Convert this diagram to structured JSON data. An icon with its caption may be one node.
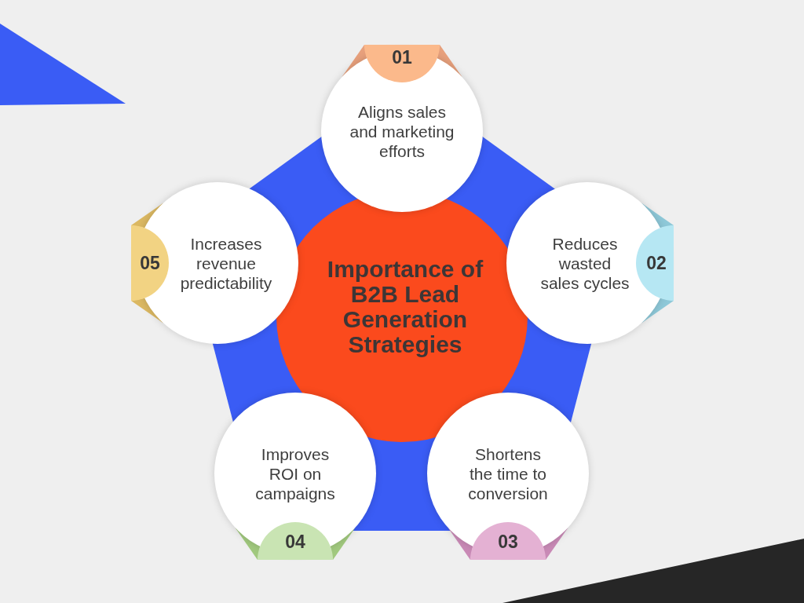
{
  "diagram": {
    "nodes": [
      {
        "text": [
          "Importance of B2B Lead Generation Strategies"
        ]
      },
      {
        "text": [
          "01"
        ]
      },
      {
        "text": [
          "Aligns sales and marketing efforts"
        ]
      },
      {
        "text": [
          "02"
        ]
      },
      {
        "text": [
          "Reduces wasted sales cycles"
        ]
      },
      {
        "text": [
          "03"
        ]
      },
      {
        "text": [
          "Shortens the time to conversion"
        ]
      },
      {
        "text": [
          "04"
        ]
      },
      {
        "text": [
          "Improves ROI on campaigns"
        ]
      },
      {
        "text": [
          "05"
        ]
      },
      {
        "text": [
          "Increases revenue predictability"
        ]
      }
    ]
  }
}
